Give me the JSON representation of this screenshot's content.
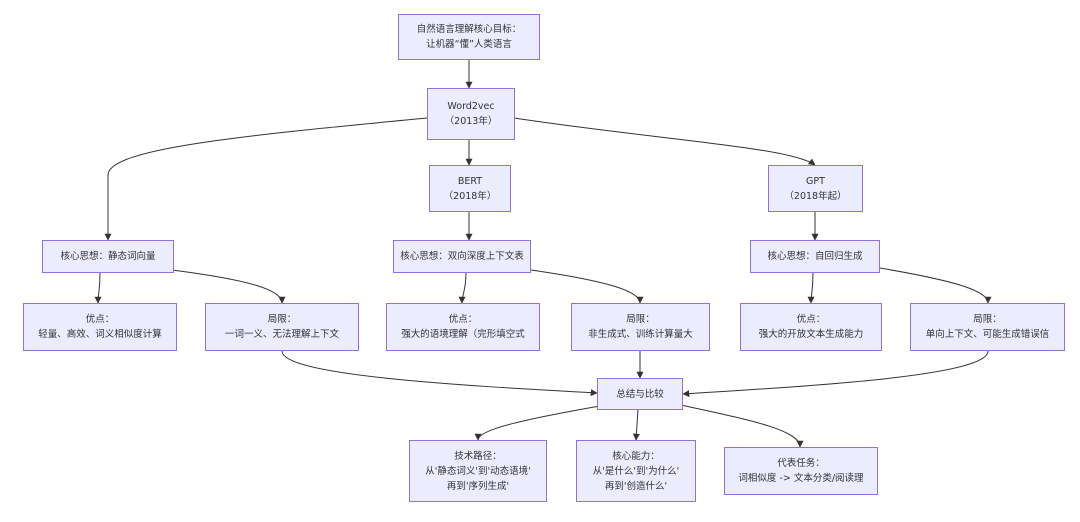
{
  "colors": {
    "node_fill": "#ececff",
    "node_border": "#9370db",
    "edge": "#333333",
    "text": "#333333"
  },
  "nodes": {
    "goal": {
      "l1": "自然语言理解核心目标：",
      "l2": "让机器“懂”人类语言"
    },
    "w2v": {
      "l1": "Word2vec",
      "l2": "（2013年）"
    },
    "bert": {
      "l1": "BERT",
      "l2": "（2018年）"
    },
    "gpt": {
      "l1": "GPT",
      "l2": "（2018年起）"
    },
    "w2v_idea": {
      "l1": "核心思想：静态词向量"
    },
    "bert_idea": {
      "l1": "核心思想：双向深度上下文表"
    },
    "gpt_idea": {
      "l1": "核心思想：自回归生成"
    },
    "w2v_pro": {
      "l1": "优点：",
      "l2": "轻量、高效、词义相似度计算"
    },
    "w2v_con": {
      "l1": "局限：",
      "l2": "一词一义、无法理解上下文"
    },
    "bert_pro": {
      "l1": "优点：",
      "l2": "强大的语境理解（完形填空式"
    },
    "bert_con": {
      "l1": "局限：",
      "l2": "非生成式、训练计算量大"
    },
    "gpt_pro": {
      "l1": "优点：",
      "l2": "强大的开放文本生成能力"
    },
    "gpt_con": {
      "l1": "局限：",
      "l2": "单向上下文、可能生成错误信"
    },
    "summary": {
      "l1": "总结与比较"
    },
    "path": {
      "l1": "技术路径：",
      "l2": "从'静态词义'到'动态语境'",
      "l3": "再到'序列生成'"
    },
    "ability": {
      "l1": "核心能力：",
      "l2": "从'是什么'到'为什么'",
      "l3": "再到'创造什么'"
    },
    "task": {
      "l1": "代表任务：",
      "l2": "词相似度 -> 文本分类/阅读理"
    }
  }
}
